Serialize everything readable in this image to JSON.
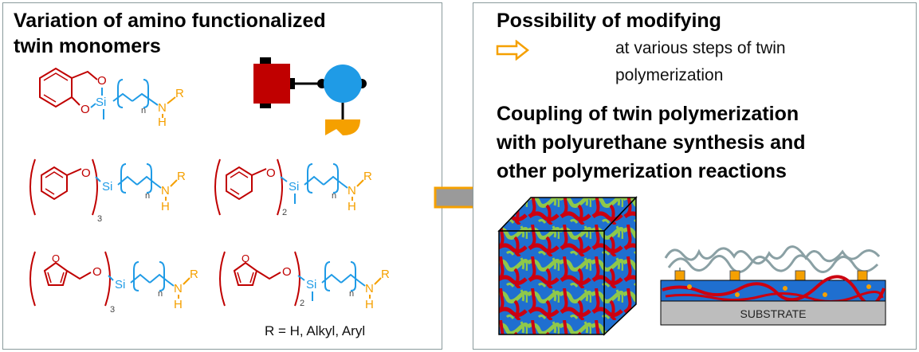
{
  "left_panel": {
    "title_line1": "Variation of amino functionalized",
    "title_line2": "twin monomers",
    "footnote": "R = H, Alkyl, Aryl",
    "labels": {
      "si": "Si",
      "o": "O",
      "n_sub": "n",
      "n_atom": "N",
      "h": "H",
      "r": "R",
      "three": "3",
      "two": "2"
    }
  },
  "right_panel": {
    "title1": "Possibility of modifying",
    "arrow_text_line1": "at various steps of twin",
    "arrow_text_line2": "polymerization",
    "title2_line1": "Coupling of twin polymerization",
    "title2_line2": "with polyurethane synthesis and",
    "title2_line3": "other polymerization reactions",
    "substrate_label": "SUBSTRATE"
  },
  "colors": {
    "red": "#c00000",
    "blue": "#1f9be6",
    "orange": "#f5a000",
    "grey_arrow": "#9a9a9a",
    "cube_blue": "#1f6fd0",
    "cube_red": "#cc0010",
    "cube_green": "#8fc84a",
    "substrate": "#bdbdbd",
    "polymer_strand": "#8aa0a4"
  }
}
